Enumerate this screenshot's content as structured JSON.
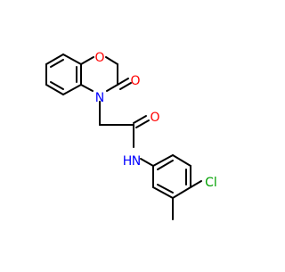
{
  "atoms": {
    "oxygen_ring": "O",
    "nitrogen_ring": "N",
    "oxygen_lactam": "O",
    "oxygen_amide": "O",
    "nitrogen_amide_h": "H",
    "nitrogen_amide_n": "N",
    "chlorine": "Cl"
  },
  "colors": {
    "bond": "#000000",
    "oxygen": "#ff0000",
    "nitrogen": "#0000ff",
    "chlorine": "#00a000"
  }
}
